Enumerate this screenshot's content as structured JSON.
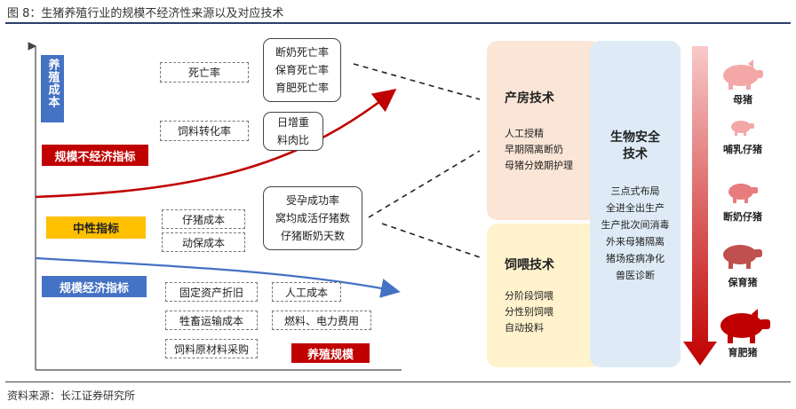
{
  "title": "图 8：生猪养殖行业的规模不经济性来源以及对应技术",
  "source": "资料来源：长江证券研究所",
  "y_axis_label": "养殖成本",
  "x_axis_label": "养殖规模",
  "indicators": {
    "diseconomy": "规模不经济指标",
    "neutral": "中性指标",
    "economy": "规模经济指标"
  },
  "diseconomy_items": {
    "mortality": "死亡率",
    "mortality_details": [
      "断奶死亡率",
      "保育死亡率",
      "育肥死亡率"
    ],
    "feed": "饲料转化率",
    "feed_details": [
      "日增重",
      "料肉比"
    ]
  },
  "neutral_items": {
    "piglet_cost": "仔猪成本",
    "vaccine_cost": "动保成本",
    "piglet_details": [
      "受孕成功率",
      "窝均成活仔猪数",
      "仔猪断奶天数"
    ]
  },
  "economy_items": [
    "固定资产折旧",
    "人工成本",
    "牲畜运输成本",
    "燃料、电力费用",
    "饲料原材料采购"
  ],
  "tech": {
    "farrowing_title": "产房技术",
    "farrowing_items": [
      "人工授精",
      "早期隔离断奶",
      "母猪分娩期护理"
    ],
    "feeding_title": "饲喂技术",
    "feeding_items": [
      "分阶段饲喂",
      "分性别饲喂",
      "自动投料"
    ],
    "bio_title_1": "生物安全",
    "bio_title_2": "技术",
    "bio_items": [
      "三点式布局",
      "全进全出生产",
      "生产批次间消毒",
      "外来母猪隔离",
      "猪场疫病净化",
      "兽医诊断"
    ]
  },
  "pig_stages": [
    "母猪",
    "哺乳仔猪",
    "断奶仔猪",
    "保育猪",
    "育肥猪"
  ],
  "colors": {
    "red": "#c00000",
    "blue": "#4472c4",
    "yellow": "#ffc000",
    "pink_panel": "#fbe5d6",
    "blue_panel": "#deebf7",
    "yellow_panel": "#fff2cc",
    "pig_pink": "#f4a7a7",
    "pig_dark": "#c00000"
  }
}
